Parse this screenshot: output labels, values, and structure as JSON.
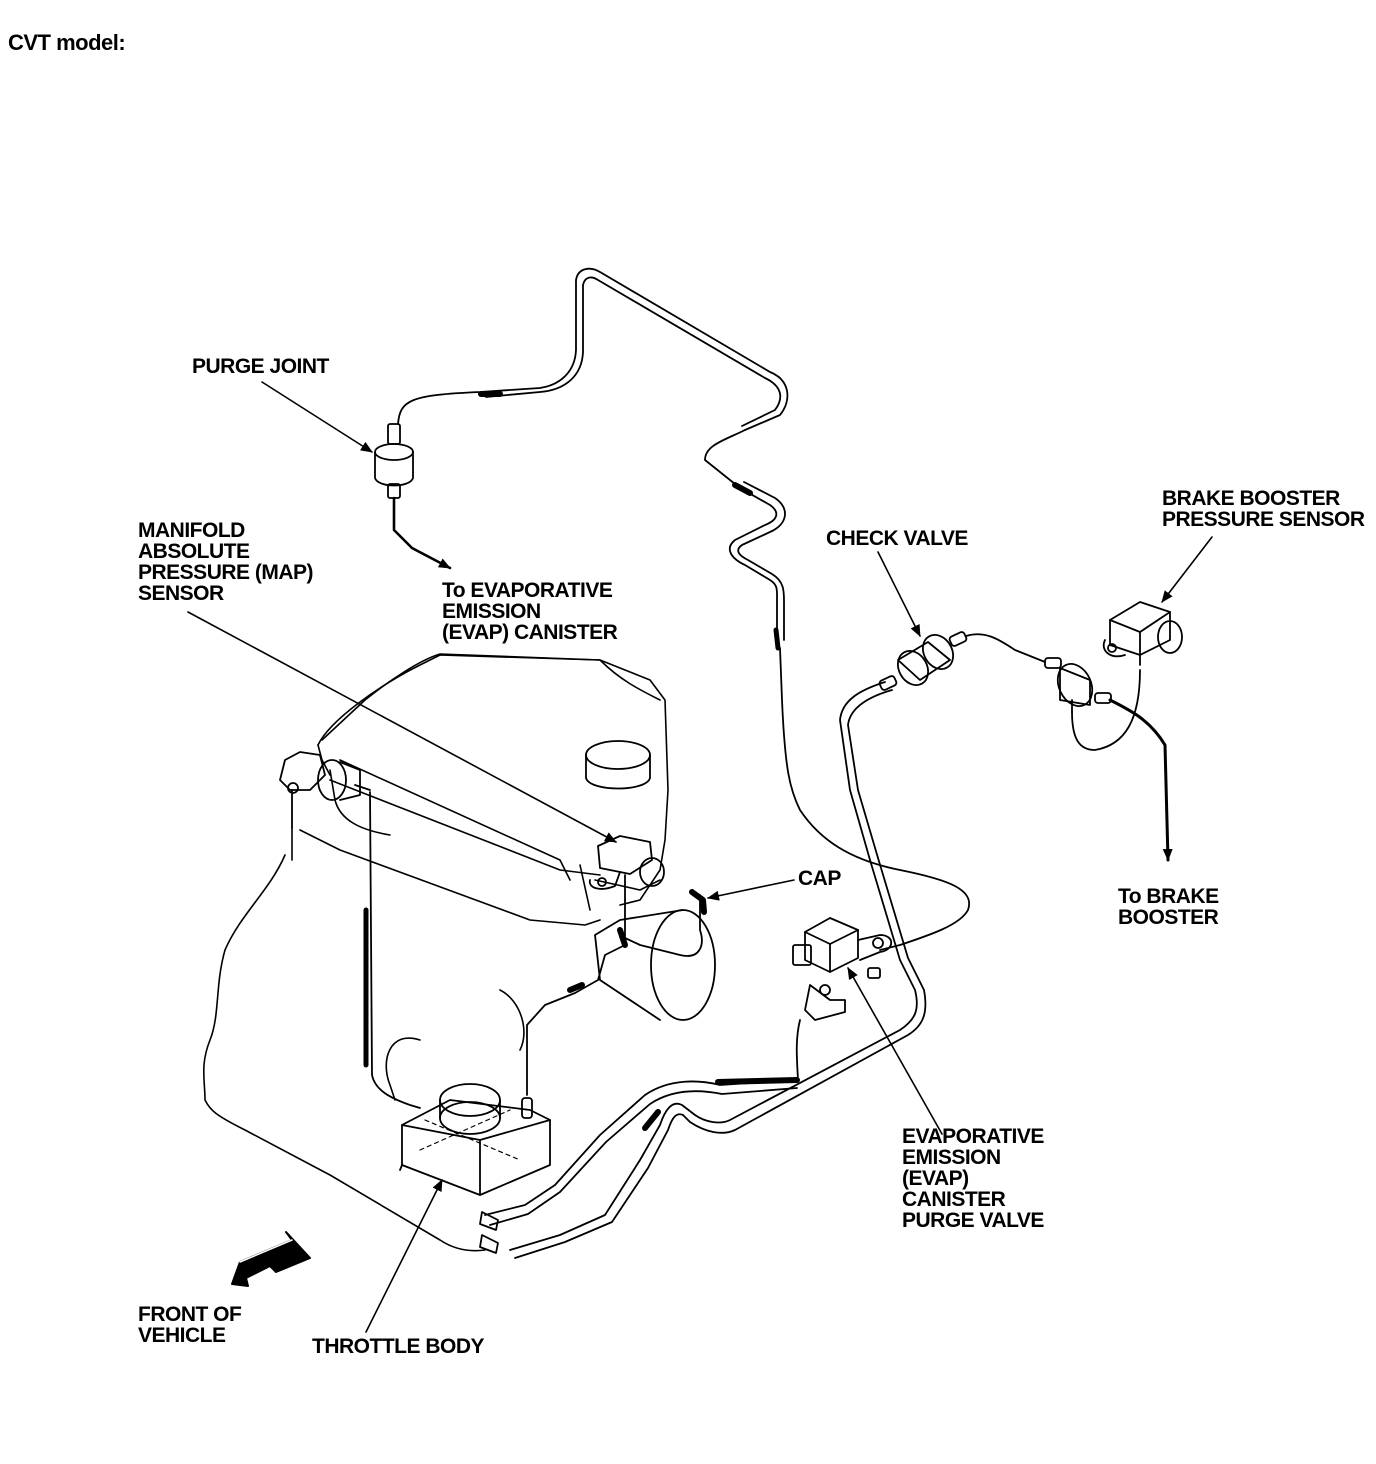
{
  "title": "CVT model:",
  "labels": {
    "purge_joint": "PURGE JOINT",
    "map_sensor": [
      "MANIFOLD",
      "ABSOLUTE",
      "PRESSURE (MAP)",
      "SENSOR"
    ],
    "to_evap_canister": [
      "To EVAPORATIVE",
      "EMISSION",
      "(EVAP) CANISTER"
    ],
    "check_valve": "CHECK VALVE",
    "brake_booster_sensor": [
      "BRAKE BOOSTER",
      "PRESSURE SENSOR"
    ],
    "to_brake_booster": [
      "To BRAKE",
      "BOOSTER"
    ],
    "cap": "CAP",
    "evap_purge_valve": [
      "EVAPORATIVE",
      "EMISSION",
      "(EVAP)",
      "CANISTER",
      "PURGE VALVE"
    ],
    "front_of_vehicle": [
      "FRONT OF",
      "VEHICLE"
    ],
    "throttle_body": "THROTTLE BODY"
  }
}
